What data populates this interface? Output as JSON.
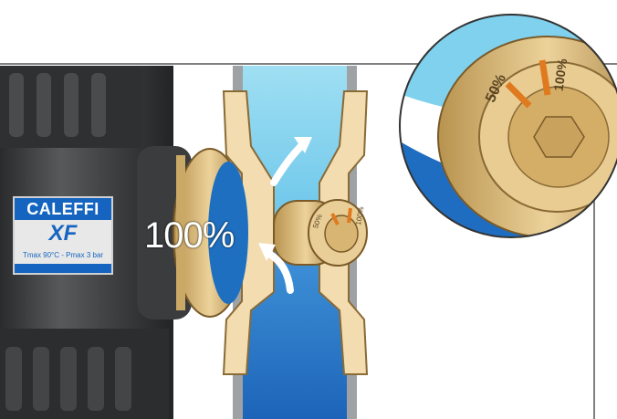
{
  "device_label": {
    "brand": "CALEFFI",
    "model": "XF",
    "spec_line": "Tmax 90°C  -  Pmax 3 bar"
  },
  "flow_percentage": "100%",
  "dial_marks": {
    "left": "50%",
    "right": "100%"
  },
  "colors": {
    "water_light": "#8fd8ef",
    "water_dark": "#1e6fc0",
    "brass": "#d9b574",
    "brass_dark": "#a8834a",
    "pipe_gray": "#b9bcbf",
    "body_dark": "#3a3b3d",
    "indicator_orange": "#e07a1f",
    "label_blue": "#1565c0"
  },
  "icons": [
    "flow-arrow-up-icon",
    "flow-arrow-curved-icon"
  ]
}
